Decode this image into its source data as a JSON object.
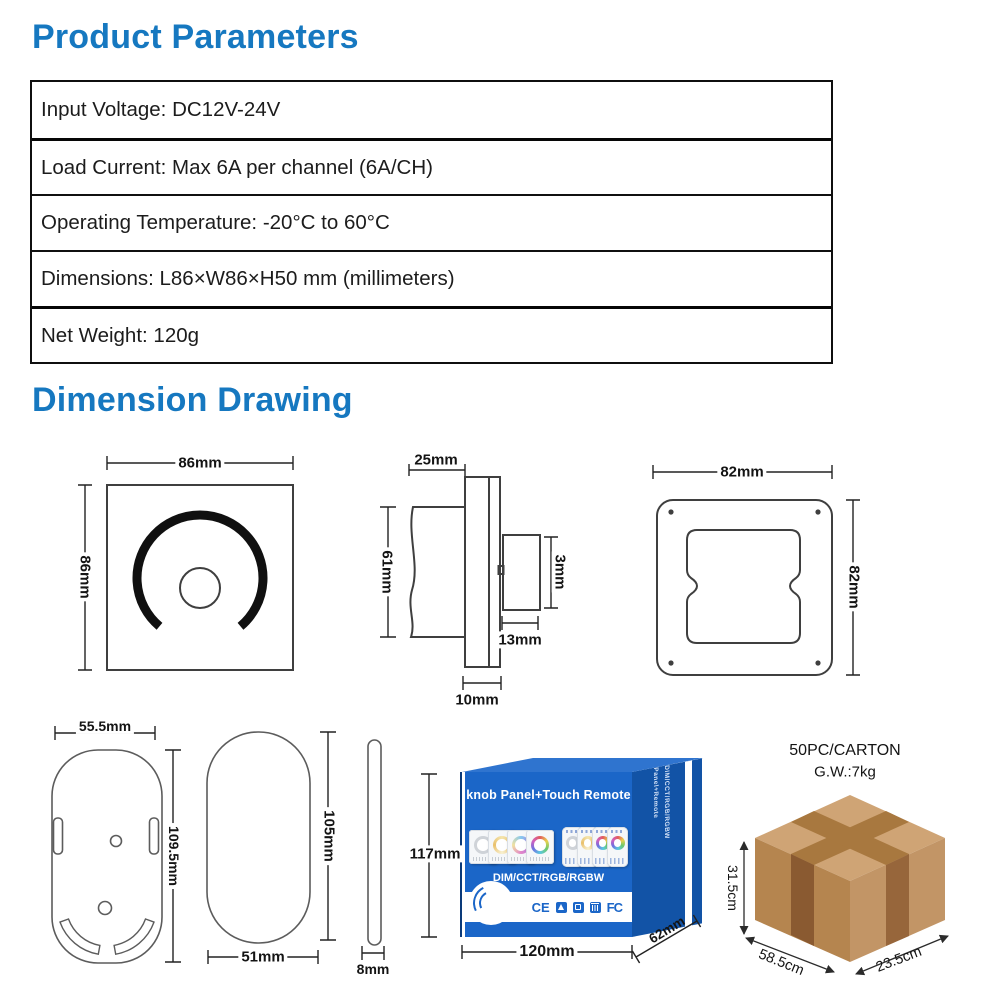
{
  "page": {
    "section1_title": "Product Parameters",
    "section2_title": "Dimension Drawing"
  },
  "parameters_table": {
    "rows": [
      "Input Voltage: DC12V-24V",
      "Load Current: Max 6A per channel (6A/CH)",
      "Operating Temperature: -20°C to 60°C",
      "Dimensions: L86×W86×H50 mm (millimeters)",
      "Net Weight: 120g"
    ]
  },
  "dimension_drawing": {
    "front_view": {
      "width_label": "86mm",
      "height_label": "86mm"
    },
    "side_view": {
      "top_label": "25mm",
      "height_label": "61mm",
      "knob_depth_label": "3mm",
      "knob_width_label": "13mm",
      "base_label": "10mm"
    },
    "back_view": {
      "width_label": "82mm",
      "height_label": "82mm"
    },
    "bracket_view": {
      "width_label": "55.5mm",
      "height_label": "109.5mm"
    },
    "remote_front_view": {
      "height_label": "105mm",
      "width_label": "51mm"
    },
    "remote_side_view": {
      "width_label": "8mm"
    },
    "package_box": {
      "title": "knob Panel+Touch Remote",
      "subtitle": "DIM/CCT/RGB/RGBW",
      "side_text_line1": "Panel+Remote",
      "side_text_line2": "DIM/CCT/RGB/RGBW",
      "cert_icons": [
        {
          "name": "ce-mark",
          "label": "CE"
        },
        {
          "name": "recycle-icon",
          "label": ""
        },
        {
          "name": "rohs-icon",
          "label": ""
        },
        {
          "name": "weee-bin-icon",
          "label": ""
        },
        {
          "name": "fcc-mark",
          "label": "FC"
        }
      ],
      "height_label": "117mm",
      "width_label": "120mm",
      "depth_label": "62mm"
    },
    "carton": {
      "line1": "50PC/CARTON",
      "line2": "G.W.:7kg",
      "height_label": "31.5cm",
      "width_label": "58.5cm",
      "depth_label": "23.5cm"
    }
  },
  "colors": {
    "accent": "#1678c0",
    "box_front_blue": "#1b66c8",
    "box_side_blue": "#1253a6",
    "box_top_blue": "#2f74cf",
    "carton_top": "#cfa475",
    "carton_left": "#b5854f",
    "carton_right": "#c29566",
    "tape_dark": "#8a5a31",
    "tape_mid": "#97663b",
    "tape_light": "#a8783f"
  }
}
